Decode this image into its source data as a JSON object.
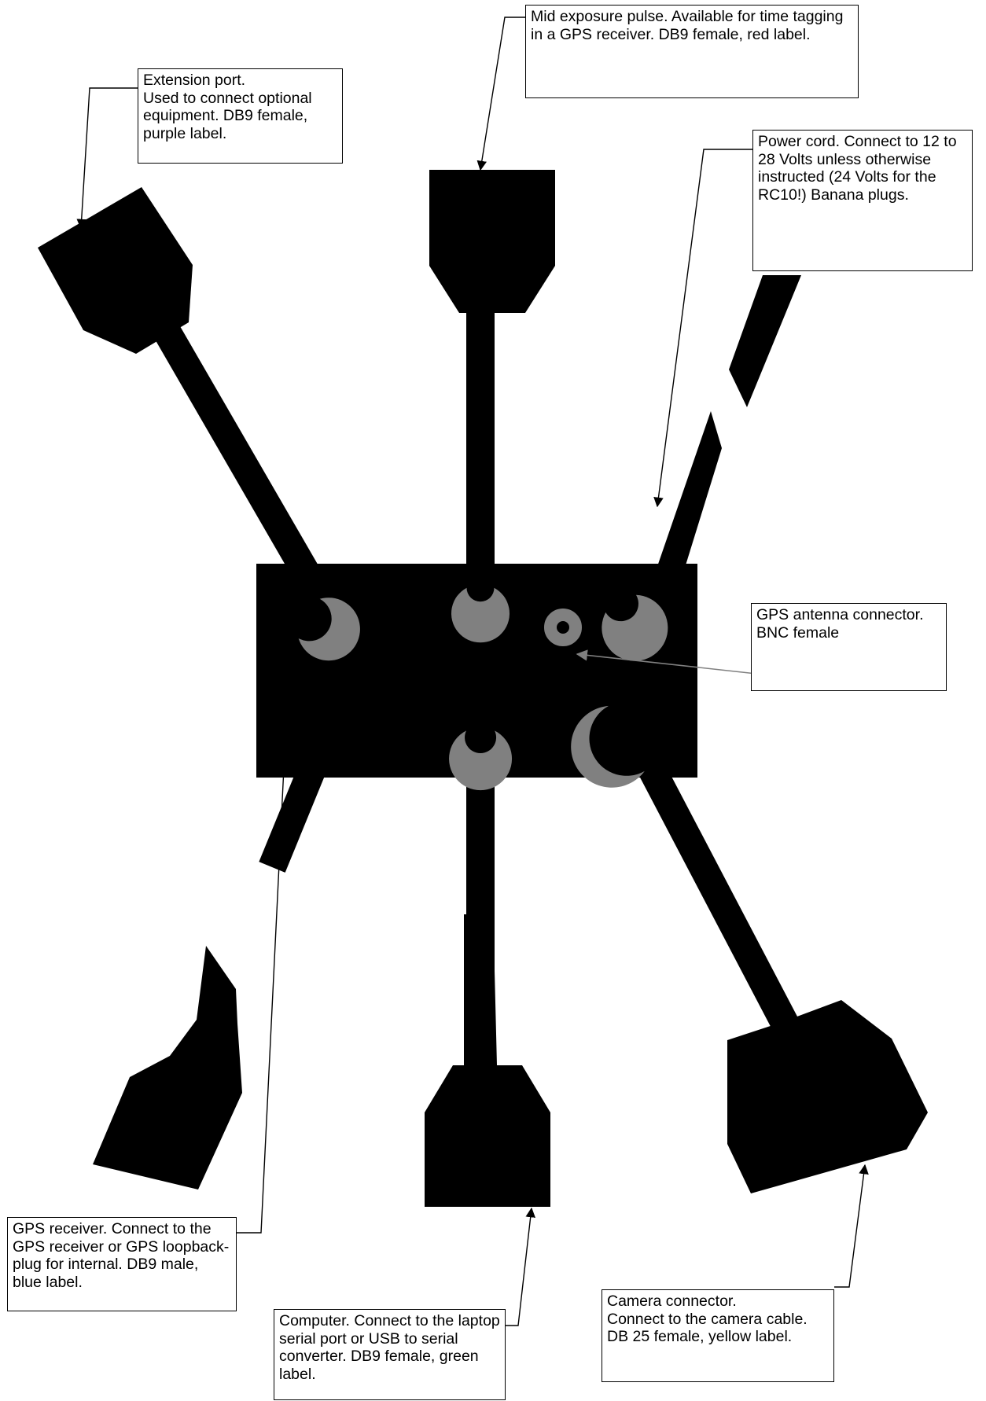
{
  "colors": {
    "ink": "#000000",
    "socket": "#808080",
    "paper": "#ffffff",
    "pointer_grey": "#808080"
  },
  "callouts": {
    "extension": "Extension port.\nUsed to connect optional equipment. DB9 female, purple label.",
    "mid_exposure": "Mid exposure pulse. Available for time tagging in a GPS receiver. DB9 female, red label.",
    "power": "Power cord. Connect to 12 to 28 Volts unless otherwise instructed (24 Volts for the RC10!) Banana plugs.",
    "gps_antenna": "GPS antenna connector. BNC female",
    "gps_receiver": "GPS receiver. Connect to the GPS receiver or GPS loopback-plug for internal. DB9 male, blue label.",
    "computer": "Computer. Connect to the laptop serial port or USB to serial converter. DB9 female, green label.",
    "camera": "Camera connector.\nConnect to the camera cable. DB 25 female, yellow label."
  }
}
